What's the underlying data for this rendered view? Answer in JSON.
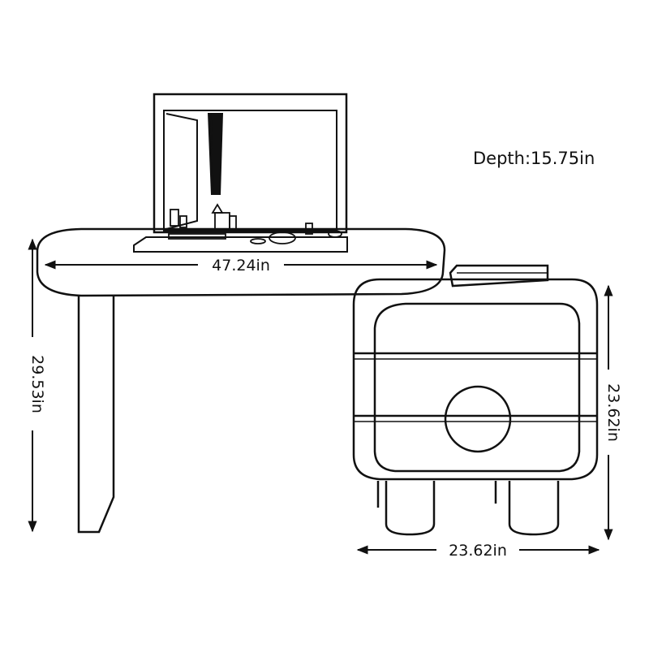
{
  "depth_label": "Depth:15.75in",
  "dimensions": {
    "desk_width": "47.24in",
    "desk_height": "29.53in",
    "cabinet_height": "23.62in",
    "cabinet_width": "23.62in"
  },
  "colors": {
    "line": "#111111",
    "background": "#ffffff"
  }
}
